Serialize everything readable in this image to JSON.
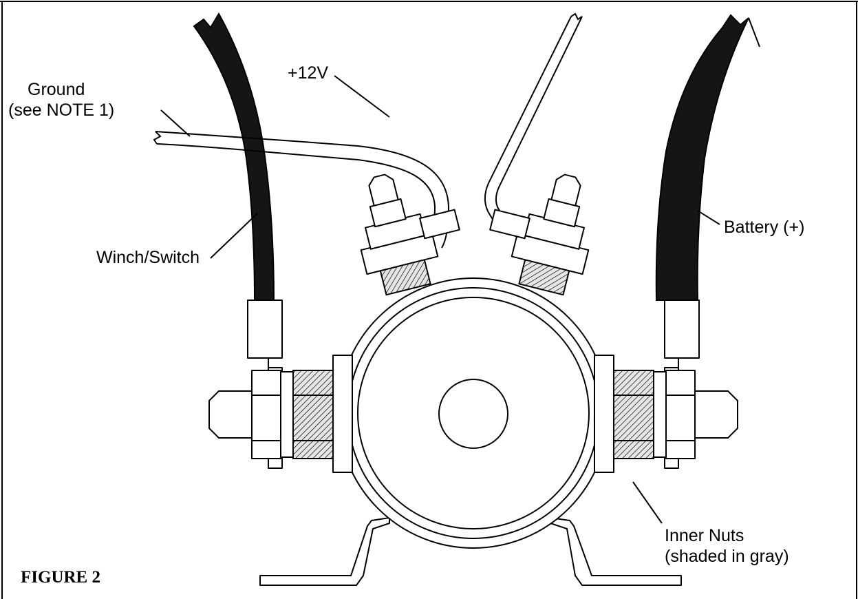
{
  "labels": {
    "ground": "Ground",
    "ground_note": "(see NOTE 1)",
    "plus12v": "+12V",
    "winch_switch": "Winch/Switch",
    "battery": "Battery (+)",
    "inner_nuts": "Inner Nuts",
    "inner_nuts_note": "(shaded in gray)",
    "figure_caption": "FIGURE 2"
  }
}
